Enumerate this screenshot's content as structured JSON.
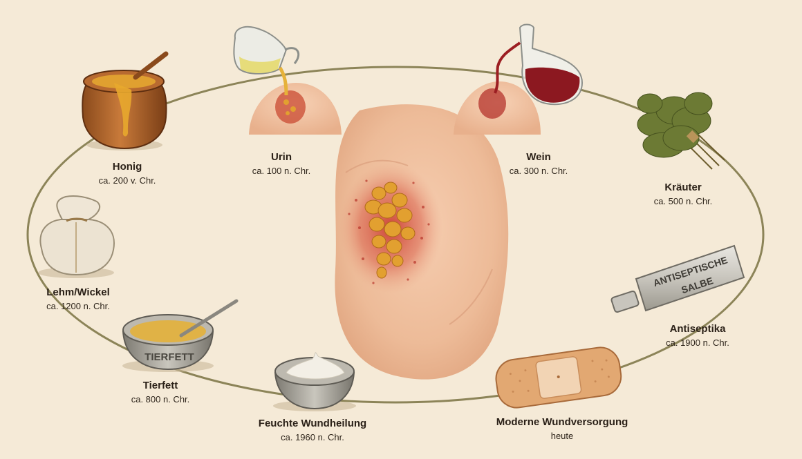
{
  "colors": {
    "background": "#f5ead7",
    "ring": "#8c8458",
    "skin": "#edbb98",
    "wound": "#c9372c",
    "honey": "#e0a030"
  },
  "labels": {
    "honig": {
      "name": "Honig",
      "date": "ca. 200 v. Chr."
    },
    "urin": {
      "name": "Urin",
      "date": "ca. 100 n. Chr."
    },
    "wein": {
      "name": "Wein",
      "date": "ca. 300 n. Chr."
    },
    "kraeuter": {
      "name": "Kräuter",
      "date": "ca. 500 n. Chr."
    },
    "lehm": {
      "name": "Lehm/Wickel",
      "date": "ca. 1200 n. Chr."
    },
    "antiseptika": {
      "name": "Antiseptika",
      "date": "ca. 1900 n. Chr."
    },
    "tierfett": {
      "name": "Tierfett",
      "date": "ca. 800 n. Chr."
    },
    "feuchte": {
      "name": "Feuchte Wundheilung",
      "date": "ca. 1960 n. Chr."
    },
    "moderne": {
      "name": "Moderne Wundversorgung",
      "date": "heute"
    }
  },
  "illustrations": {
    "tube_text_line1": "ANTISEPTISCHE",
    "tube_text_line2": "SALBE",
    "bowl_text": "TIERFETT"
  },
  "icons": {
    "center": "knee-wound-illustration",
    "honig": "honey-pot-icon",
    "urin": "pitcher-icon",
    "wein": "wine-carafe-icon",
    "kraeuter": "herb-bundle-icon",
    "lehm": "cloth-bundle-icon",
    "antiseptika": "ointment-tube-icon",
    "tierfett": "fat-bowl-icon",
    "feuchte": "cream-bowl-icon",
    "moderne": "bandage-icon"
  }
}
